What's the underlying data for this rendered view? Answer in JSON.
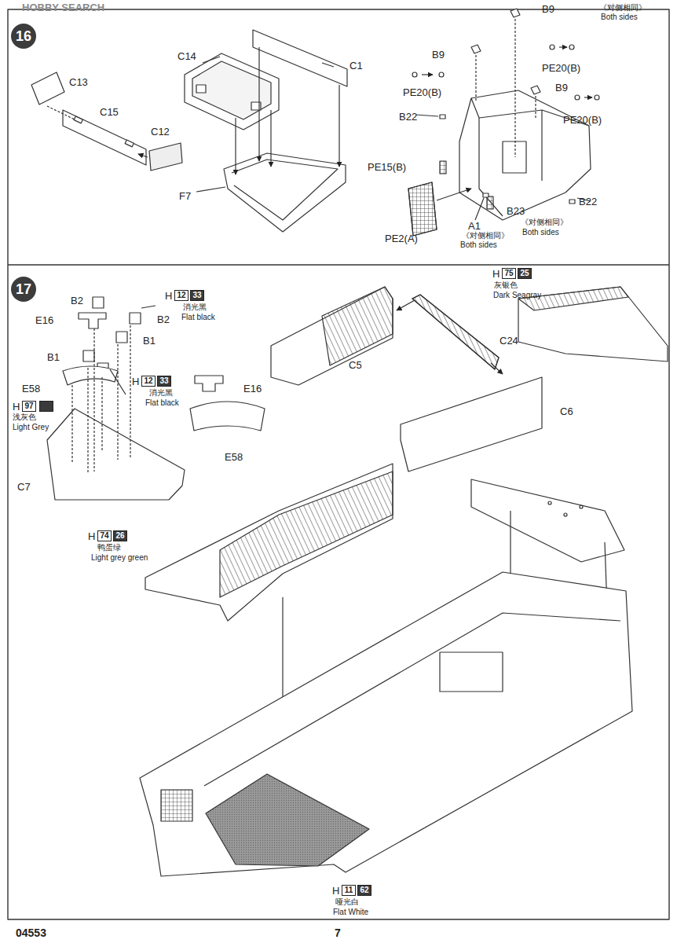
{
  "diagram": {
    "nodes": [
      {
        "text": [
          "16"
        ]
      },
      {
        "text": [
          "17"
        ]
      }
    ],
    "labels": [
      "HOBBY SEARCH",
      "C13",
      "C15",
      "C12",
      "C14",
      "C1",
      "F7",
      "B9",
      "《对侧相同》",
      "Both sides",
      "B9",
      "PE20(B)",
      "PE20(B)",
      "B9",
      "PE20(B)",
      "B22",
      "PE15(B)",
      "B22",
      "B23",
      "《对侧相同》",
      "Both sides",
      "PE2(A)",
      "A1",
      "《对侧相同》",
      "Both sides",
      "B2",
      "H",
      "12",
      "33",
      "消光黑",
      "Flat black",
      "E16",
      "B2",
      "B1",
      "B1",
      "H",
      "12",
      "33",
      "消光黑",
      "Flat black",
      "E58",
      "H",
      "97",
      "浅灰色",
      "Light Grey",
      "E16",
      "E58",
      "C7",
      "H",
      "74",
      "26",
      "鸭蛋绿",
      "Light grey green",
      "C5",
      "H",
      "75",
      "25",
      "灰银色",
      "Dark Seagray",
      "C24",
      "C6",
      "H",
      "11",
      "62",
      "哑光白",
      "Flat White",
      "04553",
      "7"
    ]
  }
}
